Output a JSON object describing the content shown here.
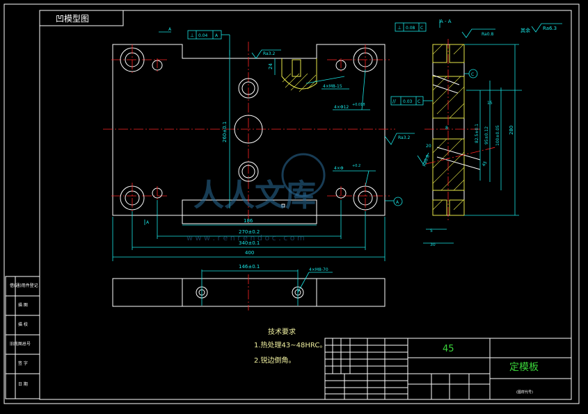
{
  "title_tab": "凹模型图",
  "datum_labels": [
    "A",
    "A",
    "C"
  ],
  "tolerance_frames": [
    {
      "symbol": "⊥",
      "value": "0.04",
      "datum": "A"
    },
    {
      "symbol": "⊥",
      "value": "0.08",
      "datum": "C"
    },
    {
      "symbol": "//",
      "value": "0.03",
      "datum": "C"
    }
  ],
  "section_label": "A - A",
  "roughness": {
    "other": "其余",
    "general": "Ra6.3",
    "top": "Ra3.2",
    "side": "Ra3.2",
    "section_top": "Ra0.8",
    "section_mid": "Ra0.8"
  },
  "dimensions": {
    "overall_width": "400",
    "width_340": "340±0.1",
    "width_270": "270±0.2",
    "width_186": "186",
    "height_260": "260±0.1",
    "height_24": "24",
    "hole_spacing_146": "146±0.1",
    "section_a": "82.5±0.1",
    "section_b": "95±0.12",
    "section_c": "100±0.05",
    "section_d": "280",
    "section_e": "15",
    "section_f": "20",
    "section_g": "45",
    "section_h": "5",
    "section_i": "30",
    "section_j": "8"
  },
  "hole_notes": [
    "4×M8-15",
    "4×Φ12",
    "4×Φ",
    "4×M8-70",
    "+0.018",
    "+0.2"
  ],
  "tech_requirements": {
    "heading": "技术要求",
    "items": [
      "1.热处理43~48HRC。",
      "2.锐边倒角。"
    ]
  },
  "title_block": {
    "material": "45",
    "part_name": "定模板",
    "drawing_no": "(图样代号)"
  },
  "left_table_labels": [
    "借(通)用件登记",
    "描 图",
    "描 校",
    "旧底图总号",
    "签 字",
    "日 期"
  ],
  "watermark": {
    "brand": "人人文库",
    "url": "w w w . r e n r e n d o c . c o m"
  },
  "colors": {
    "background": "#000000",
    "outline": "#ffffff",
    "dimension": "#19e6e6",
    "centerline": "#ff2424",
    "section": "#e8e84a",
    "titleblock_text": "#3ad43a"
  }
}
